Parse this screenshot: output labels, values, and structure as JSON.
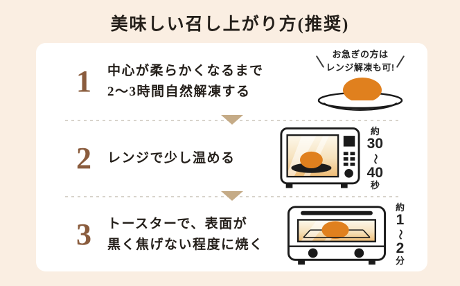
{
  "title": "美味しい召し上がり方(推奨)",
  "colors": {
    "background": "#faeee2",
    "card": "#ffffff",
    "text": "#241f1a",
    "step_number": "#8a5c3d",
    "arrow_triangle": "#c5ab87",
    "food_orange": "#e0801e",
    "outline": "#1a1a1a"
  },
  "steps": [
    {
      "number": "1",
      "line1": "中心が柔らかくなるまで",
      "line2": "2〜3時間自然解凍する",
      "bubble": {
        "line1": "お急ぎの方は",
        "line2": "レンジ解凍も可!"
      },
      "icon": "plate-with-food-icon"
    },
    {
      "number": "2",
      "line1": "レンジで少し温める",
      "line2": "",
      "time": {
        "prefix": "約",
        "from": "30",
        "wave": "〜",
        "to": "40",
        "unit": "秒"
      },
      "icon": "microwave-icon"
    },
    {
      "number": "3",
      "line1": "トースターで、表面が",
      "line2": "黒く焦げない程度に焼く",
      "time": {
        "prefix": "約",
        "from": "1",
        "wave": "〜",
        "to": "2",
        "unit": "分"
      },
      "icon": "toaster-icon"
    }
  ]
}
